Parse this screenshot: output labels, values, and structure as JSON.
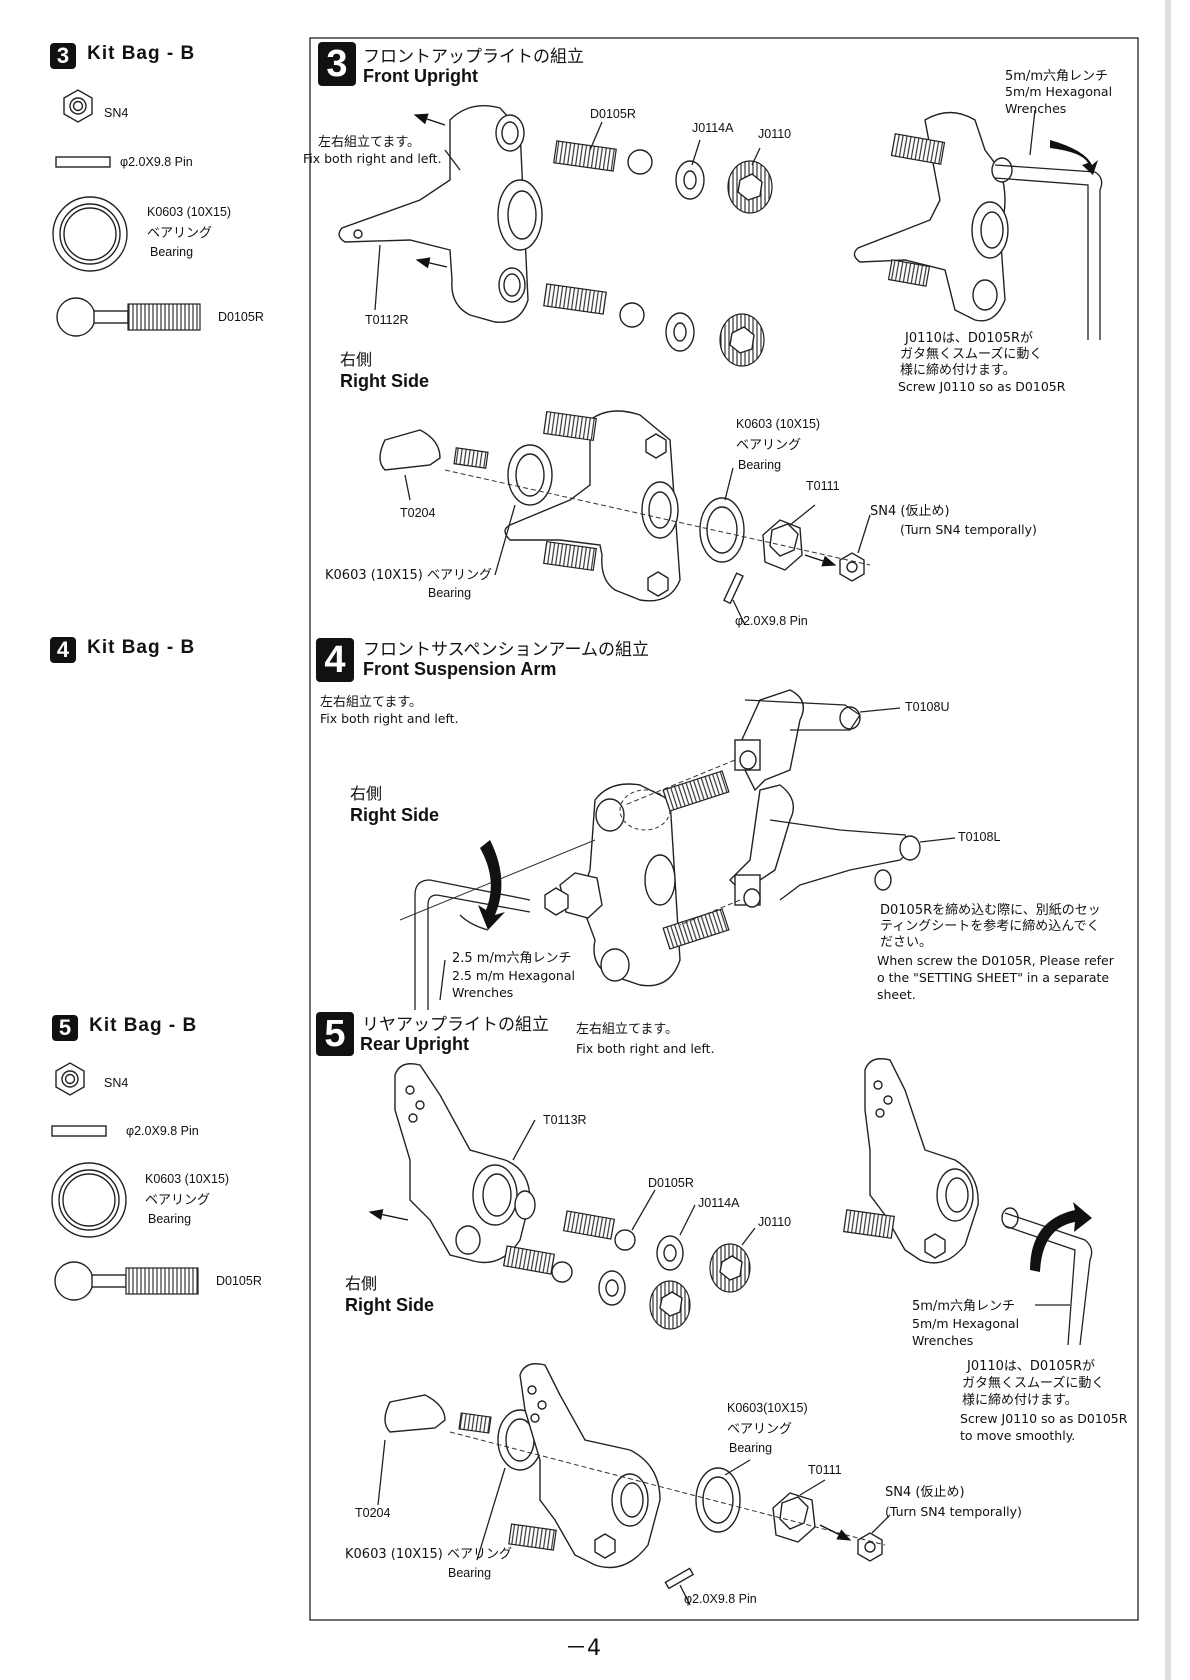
{
  "kit_bags": [
    {
      "step": "3",
      "title": "Kit Bag - B",
      "items": [
        {
          "icon": "nut-icon",
          "label": "SN4"
        },
        {
          "icon": "pin-icon",
          "label": "φ2.0X9.8 Pin"
        },
        {
          "icon": "bearing-icon",
          "code": "K0603 (10X15)",
          "jp": "ベアリング",
          "en": "Bearing"
        },
        {
          "icon": "ball-stud-icon",
          "label": "D0105R"
        }
      ]
    },
    {
      "step": "4",
      "title": "Kit Bag - B",
      "items": []
    },
    {
      "step": "5",
      "title": "Kit Bag - B",
      "items": [
        {
          "icon": "nut-icon",
          "label": "SN4"
        },
        {
          "icon": "pin-icon",
          "label": "φ2.0X9.8 Pin"
        },
        {
          "icon": "bearing-icon",
          "code": "K0603 (10X15)",
          "jp": "ベアリング",
          "en": "Bearing"
        },
        {
          "icon": "ball-stud-icon",
          "label": "D0105R"
        }
      ]
    }
  ],
  "sections": {
    "s3": {
      "step": "3",
      "title_jp": "フロントアップライトの組立",
      "title_en": "Front Upright",
      "fix_jp": "左右組立てます。",
      "fix_en": "Fix both right and left.",
      "side_jp": "右側",
      "side_en": "Right Side",
      "labels": {
        "d0105r": "D0105R",
        "j0114a": "J0114A",
        "j0110": "J0110",
        "t0112r": "T0112R",
        "wrench_jp": "5m/m六角レンチ",
        "wrench_en1": "5m/m Hexagonal",
        "wrench_en2": "Wrenches",
        "note_jp1": "J0110は、D0105Rが",
        "note_jp2": "ガタ無くスムーズに動く",
        "note_jp3": "様に締め付けます。",
        "note_en": "Screw J0110 so as D0105R",
        "k0603": "K0603 (10X15)",
        "bearing_jp": "ベアリング",
        "bearing_en": "Bearing",
        "t0111": "T0111",
        "sn4": "SN4 (仮止め)",
        "sn4_en": "(Turn SN4 temporally)",
        "t0204": "T0204",
        "k0603b": "K0603 (10X15) ベアリング",
        "bearing_b": "Bearing",
        "pin": "φ2.0X9.8 Pin"
      }
    },
    "s4": {
      "step": "4",
      "title_jp": "フロントサスペンションアームの組立",
      "title_en": "Front Suspension Arm",
      "fix_jp": "左右組立てます。",
      "fix_en": "Fix both right and left.",
      "side_jp": "右側",
      "side_en": "Right Side",
      "labels": {
        "t0108u": "T0108U",
        "t0108l": "T0108L",
        "note_jp1": "D0105Rを締め込む際に、別紙のセッ",
        "note_jp2": "ティングシートを参考に締め込んでく",
        "note_jp3": "ださい。",
        "note_en1": "When screw the D0105R, Please refer",
        "note_en2": "o the \"SETTING SHEET\" in a separate",
        "note_en3": "sheet.",
        "wrench_jp": "2.5 m/m六角レンチ",
        "wrench_en1": "2.5 m/m Hexagonal",
        "wrench_en2": "Wrenches"
      }
    },
    "s5": {
      "step": "5",
      "title_jp": "リヤアップライトの組立",
      "title_en": "Rear Upright",
      "fix_jp": "左右組立てます。",
      "fix_en": "Fix both right and left.",
      "side_jp": "右側",
      "side_en": "Right Side",
      "labels": {
        "t0113r": "T0113R",
        "d0105r": "D0105R",
        "j0114a": "J0114A",
        "j0110": "J0110",
        "wrench_jp": "5m/m六角レンチ",
        "wrench_en1": "5m/m Hexagonal",
        "wrench_en2": "Wrenches",
        "note_jp1": "J0110は、D0105Rが",
        "note_jp2": "ガタ無くスムーズに動く",
        "note_jp3": "様に締め付けます。",
        "note_en1": "Screw J0110 so as D0105R",
        "note_en2": "to move smoothly.",
        "k0603": "K0603(10X15)",
        "bearing_jp": "ベアリング",
        "bearing_en": "Bearing",
        "t0111": "T0111",
        "sn4": "SN4 (仮止め)",
        "sn4_en": "(Turn SN4 temporally)",
        "t0204": "T0204",
        "k0603b": "K0603 (10X15) ベアリング",
        "bearing_b": "Bearing",
        "pin": "φ2.0X9.8 Pin"
      }
    }
  },
  "page_number": "－4"
}
